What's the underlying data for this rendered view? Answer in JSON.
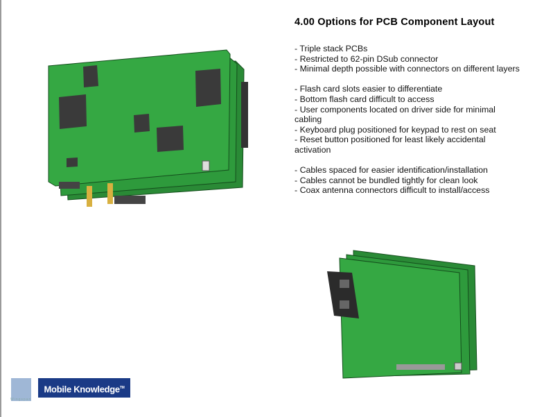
{
  "slide": {
    "title": "4.00  Options for PCB Component Layout",
    "groups": [
      [
        "- Triple stack PCBs",
        "- Restricted to 62-pin DSub connector",
        "- Minimal depth possible with connectors on different layers"
      ],
      [
        "- Flash card slots easier to differentiate",
        "- Bottom flash card difficult to access",
        "- User components located on driver side for minimal cabling",
        "- Keyboard plug positioned for keypad to rest on seat",
        "- Reset button positioned for least likely accidental activation"
      ],
      [
        "- Cables spaced for easier identification/installation",
        "- Cables cannot be bundled tightly for clean look",
        "- Coax antenna connectors difficult to install/access"
      ]
    ]
  },
  "logos": {
    "wingspan": "Wingspan",
    "mobile_knowledge": "Mobile Knowledge",
    "tm": "TM"
  },
  "colors": {
    "pcb_green": "#2e9a3c",
    "component": "#3a3a3a",
    "logo_blue": "#1a3a86"
  }
}
